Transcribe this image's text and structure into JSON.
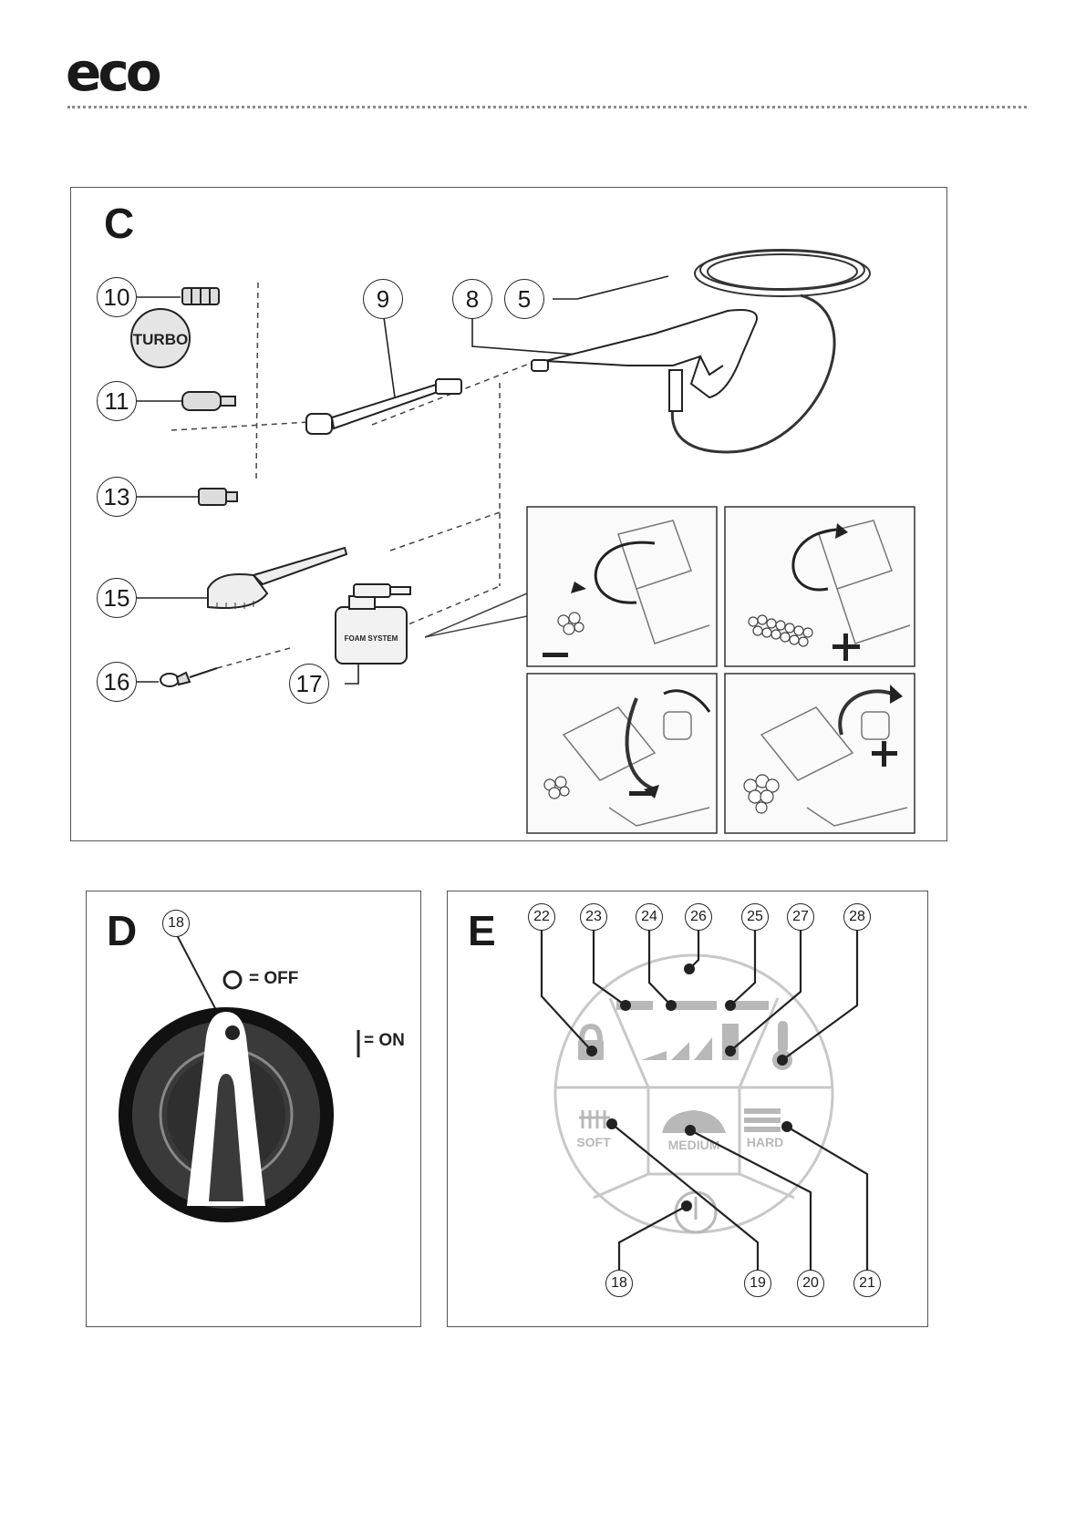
{
  "brand": {
    "logo_text": "eco"
  },
  "panel_c": {
    "label": "C",
    "callouts": {
      "c10": "10",
      "c11": "11",
      "c13": "13",
      "c15": "15",
      "c16": "16",
      "c17": "17",
      "c9": "9",
      "c8": "8",
      "c5": "5"
    },
    "turbo_text": "TURBO",
    "foam_text": "FOAM SYSTEM",
    "minus": "−",
    "plus": "+"
  },
  "panel_d": {
    "label": "D",
    "callout_18": "18",
    "off_label": "= OFF",
    "on_label": "= ON"
  },
  "panel_e": {
    "label": "E",
    "callouts": {
      "c22": "22",
      "c23": "23",
      "c24": "24",
      "c26": "26",
      "c25": "25",
      "c27": "27",
      "c28": "28",
      "c18": "18",
      "c19": "19",
      "c20": "20",
      "c21": "21"
    },
    "soft_label": "SOFT",
    "medium_label": "MEDIUM",
    "hard_label": "HARD"
  }
}
